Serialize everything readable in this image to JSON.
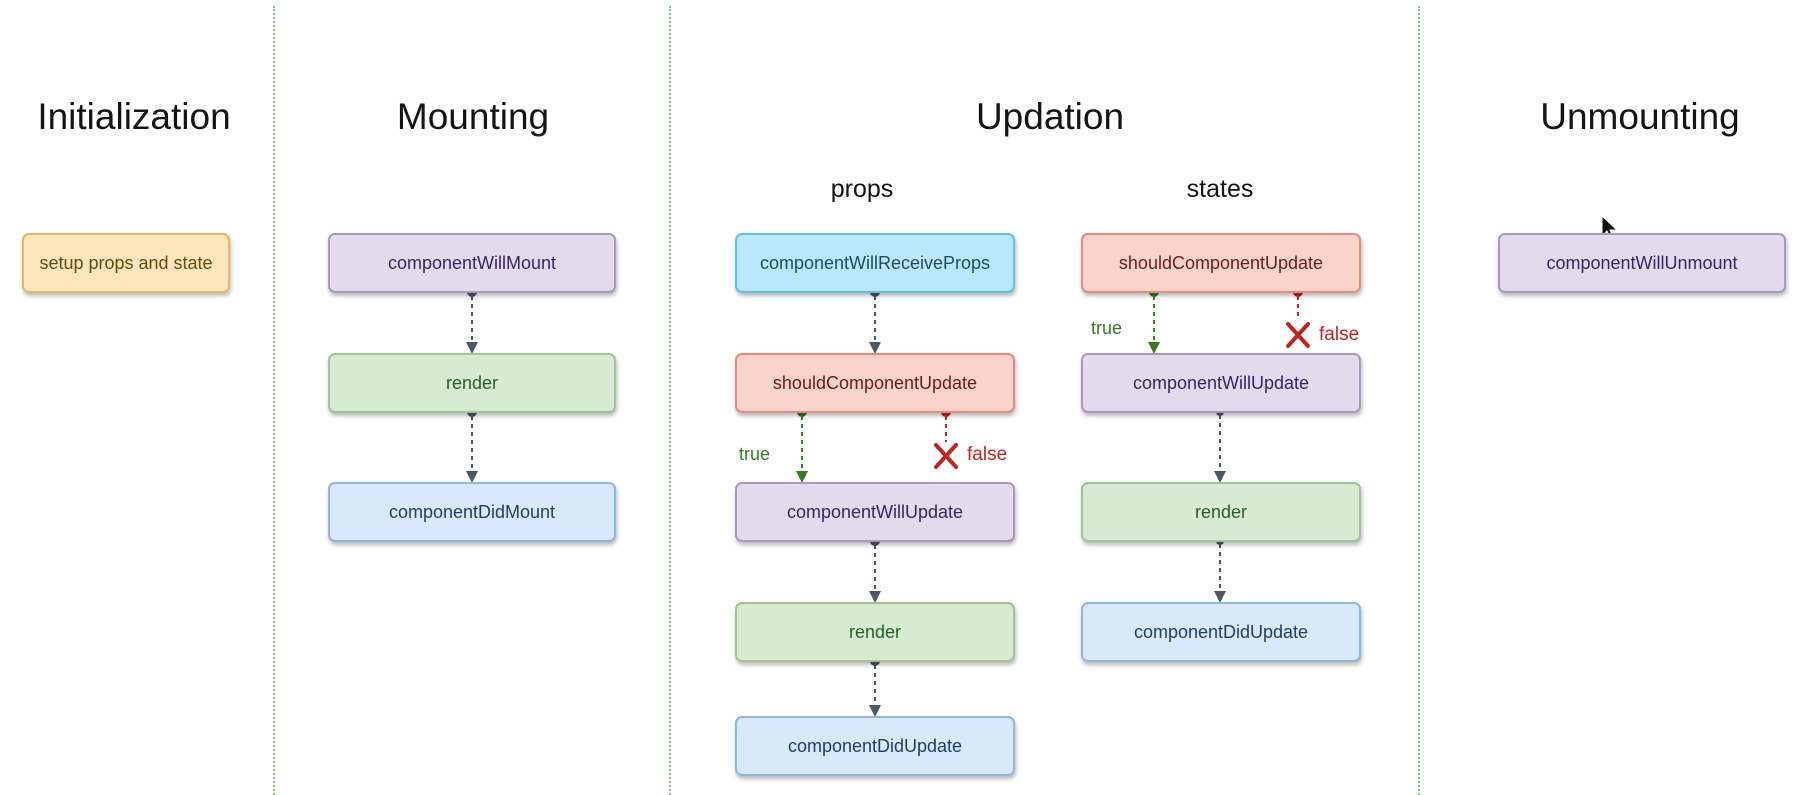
{
  "phases": {
    "initialization": "Initialization",
    "mounting": "Mounting",
    "updation": "Updation",
    "unmounting": "Unmounting"
  },
  "updation_columns": {
    "props": "props",
    "states": "states"
  },
  "initialization": {
    "setup": "setup props and state"
  },
  "mounting": {
    "will_mount": "componentWillMount",
    "render": "render",
    "did_mount": "componentDidMount"
  },
  "props_flow": {
    "will_receive_props": "componentWillReceiveProps",
    "should_update": "shouldComponentUpdate",
    "will_update": "componentWillUpdate",
    "render": "render",
    "did_update": "componentDidUpdate",
    "true_label": "true",
    "false_label": "false"
  },
  "states_flow": {
    "should_update": "shouldComponentUpdate",
    "will_update": "componentWillUpdate",
    "render": "render",
    "did_update": "componentDidUpdate",
    "true_label": "true",
    "false_label": "false"
  },
  "unmounting": {
    "will_unmount": "componentWillUnmount"
  },
  "colors": {
    "setup": "#fde5bd",
    "will_mount_update_unmount": "#e4daee",
    "render": "#d7ebd3",
    "did_mount_update": "#d9e8fb",
    "will_receive_props": "#b9e7fb",
    "should_update": "#fbd3cd",
    "connector": "#4f5667",
    "true_branch": "#3b7a22",
    "false_branch": "#c0261f",
    "divider": "#8fbf8f"
  }
}
